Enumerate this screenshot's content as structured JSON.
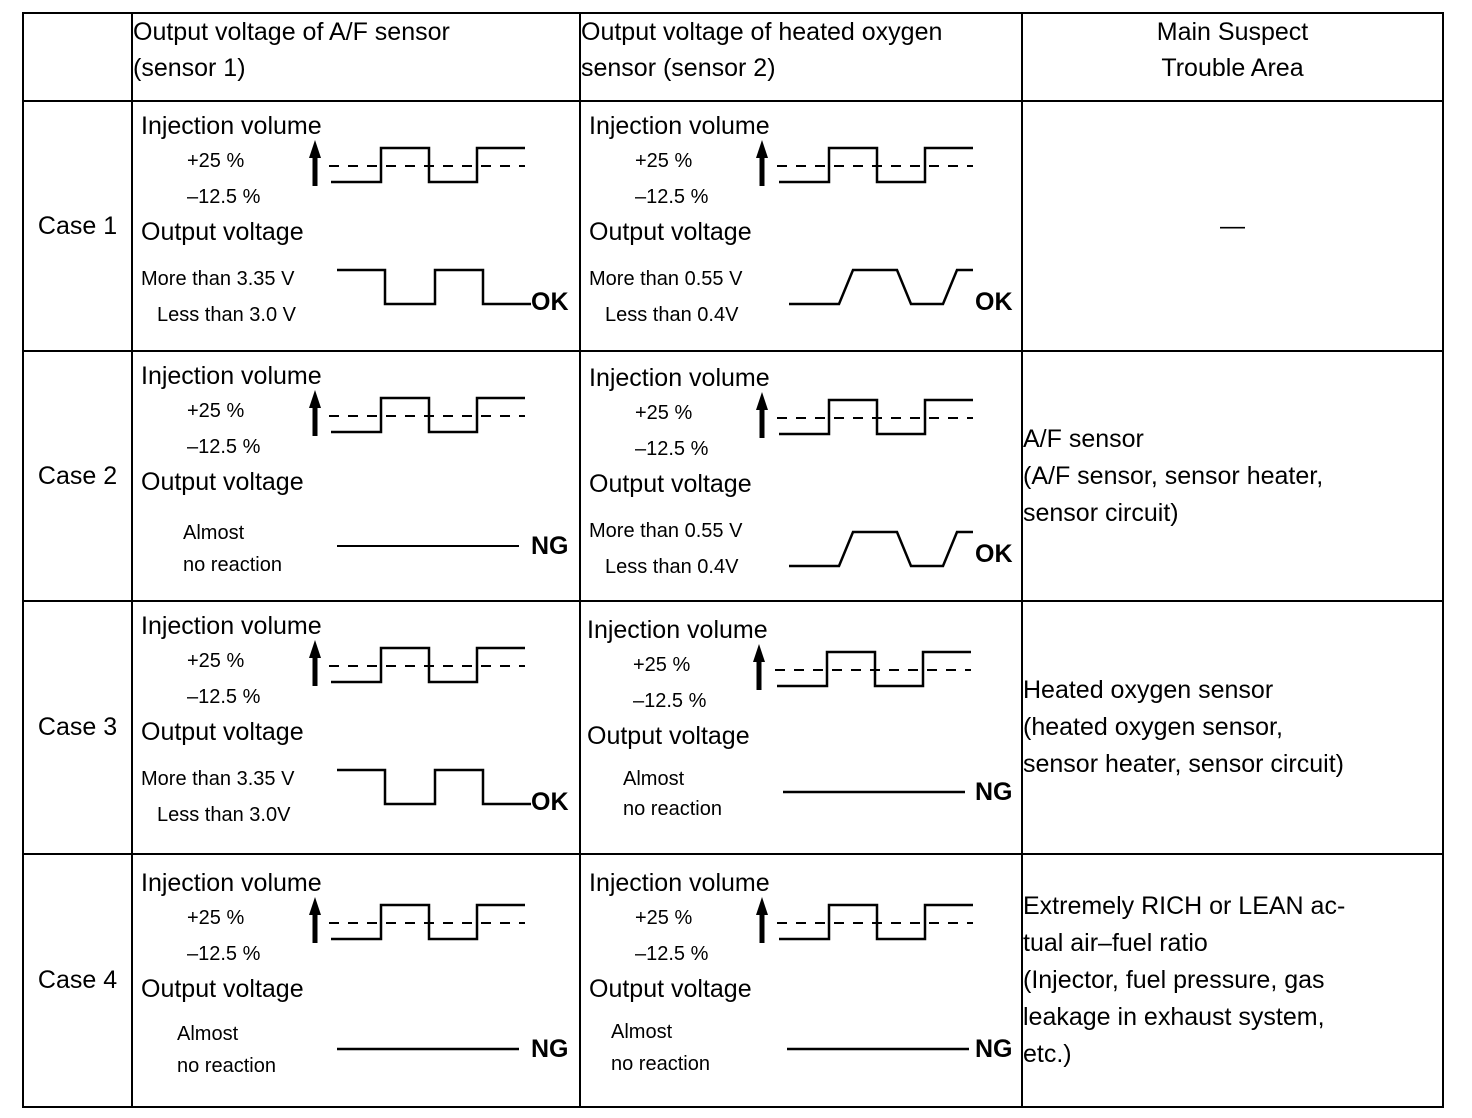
{
  "header": {
    "col1_line1": "Output voltage of A/F sensor",
    "col1_line2": "(sensor 1)",
    "col2_line1": "Output voltage of heated oxygen",
    "col2_line2": "sensor (sensor 2)",
    "col3_line1": "Main Suspect",
    "col3_line2": "Trouble Area"
  },
  "common": {
    "injection_volume": "Injection volume",
    "plus": "+25 %",
    "minus": "–12.5 %",
    "output_voltage": "Output voltage"
  },
  "rows": [
    {
      "case": "Case 1",
      "af": {
        "high": "More than 3.35 V",
        "low": "Less than 3.0 V",
        "verdict": "OK"
      },
      "ho2": {
        "high": "More than 0.55 V",
        "low": "Less than 0.4V",
        "verdict": "OK"
      },
      "trouble": [
        "—"
      ]
    },
    {
      "case": "Case 2",
      "af": {
        "line1": "Almost",
        "line2": "no reaction",
        "verdict": "NG"
      },
      "ho2": {
        "high": "More than 0.55 V",
        "low": "Less than 0.4V",
        "verdict": "OK"
      },
      "trouble": [
        "A/F sensor",
        "(A/F sensor, sensor heater,",
        "sensor circuit)"
      ]
    },
    {
      "case": "Case 3",
      "af": {
        "high": "More than 3.35 V",
        "low": "Less than 3.0V",
        "verdict": "OK"
      },
      "ho2": {
        "line1": "Almost",
        "line2": "no reaction",
        "verdict": "NG"
      },
      "trouble": [
        "Heated oxygen sensor",
        "(heated oxygen sensor,",
        "sensor heater, sensor circuit)"
      ]
    },
    {
      "case": "Case 4",
      "af": {
        "line1": "Almost",
        "line2": "no reaction",
        "verdict": "NG"
      },
      "ho2": {
        "line1": "Almost",
        "line2": "no reaction",
        "verdict": "NG"
      },
      "trouble": [
        "Extremely RICH or LEAN ac-",
        "tual air–fuel ratio",
        "(Injector, fuel pressure, gas",
        "leakage in exhaust system,",
        "etc.)"
      ]
    }
  ]
}
